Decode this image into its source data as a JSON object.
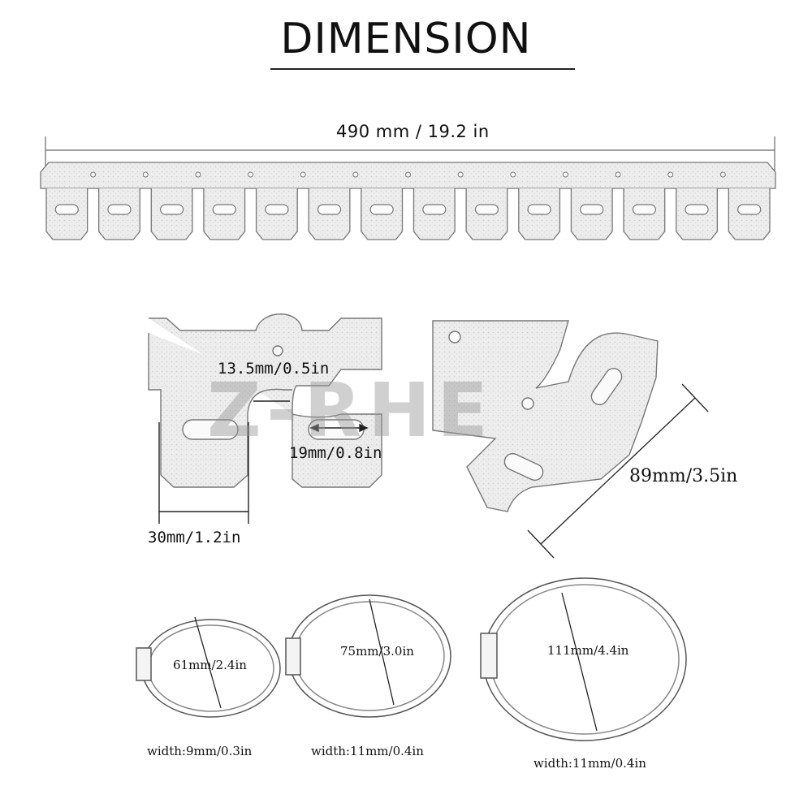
{
  "title": "DIMENSION",
  "watermark": "Z-RHE",
  "bar": {
    "length_label": "490 mm / 19.2 in"
  },
  "detail": {
    "slot_gap_label": "13.5mm/0.5in",
    "slot_width_label": "19mm/0.8in",
    "tab_width_label": "30mm/1.2in",
    "height_label": "89mm/3.5in"
  },
  "clamps": [
    {
      "diameter_label": "61mm/2.4in",
      "width_label": "width:9mm/0.3in"
    },
    {
      "diameter_label": "75mm/3.0in",
      "width_label": "width:11mm/0.4in"
    },
    {
      "diameter_label": "111mm/4.4in",
      "width_label": "width:11mm/0.4in"
    }
  ],
  "colors": {
    "line": "#555555",
    "metal": "#e6e6e6",
    "text": "#111111"
  }
}
